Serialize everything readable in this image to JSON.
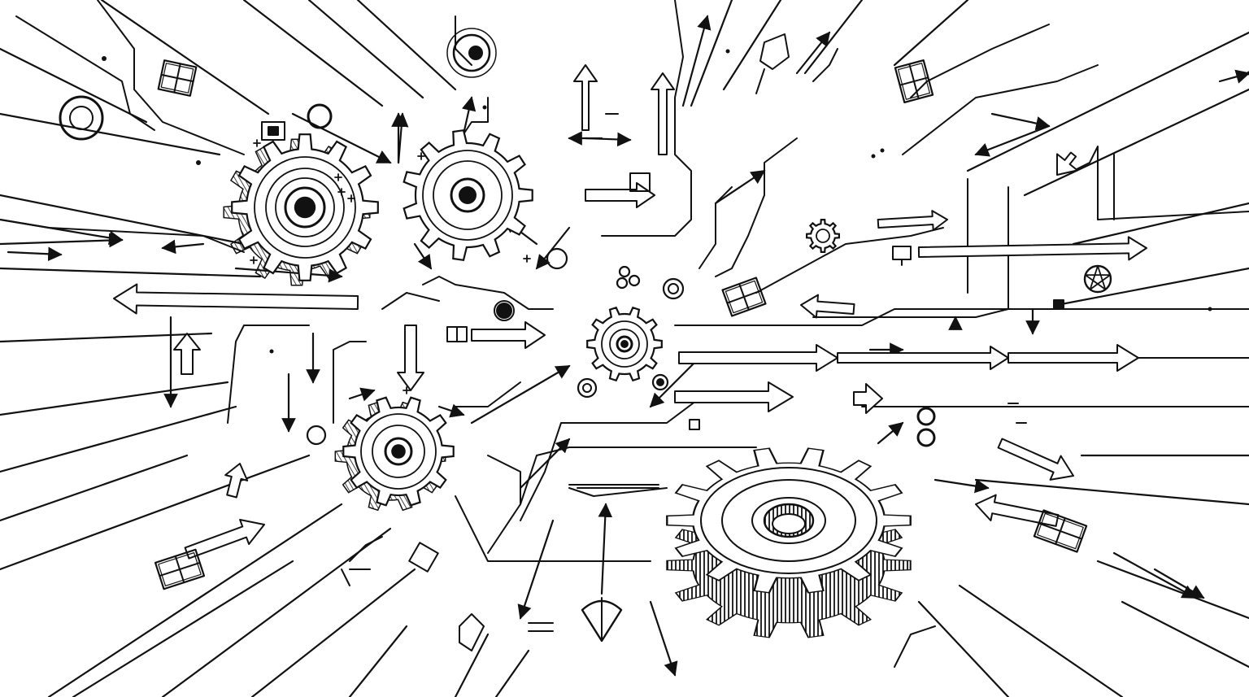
{
  "illustration": {
    "subject": "gears-and-arrows-line-art",
    "style": "black-ink-line-drawing",
    "colors": {
      "background": "#ffffff",
      "ink": "#111111"
    },
    "icons": [
      "gear-icon",
      "arrow-icon",
      "circuit-trace",
      "chip-icon",
      "grid-window-icon",
      "monitor-icon",
      "pentagram-circle-icon",
      "concentric-ring-icon",
      "dot-icon",
      "diamond-drop-icon"
    ]
  }
}
